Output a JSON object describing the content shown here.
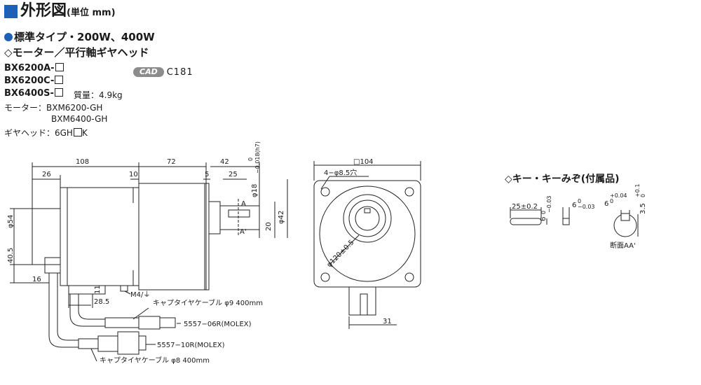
{
  "colors": {
    "accent": "#1f5fb5",
    "cad_badge": "#8c8c8c",
    "line": "#222222"
  },
  "header": {
    "title": "外形図",
    "unit": "(単位 mm)"
  },
  "spec": {
    "type": "標準タイプ・200W、400W",
    "variant": "◇モーター／平行軸ギヤヘッド"
  },
  "models": [
    "BX6200A-",
    "BX6200C-",
    "BX6400S-"
  ],
  "mass": "質量：4.9kg",
  "cad": {
    "badge": "CAD",
    "code": "C181"
  },
  "motor_label": "モーター：BXM6200-GH",
  "motor_label2": "BXM6400-GH",
  "gear_label_pre": "ギヤヘッド：6GH",
  "gear_label_post": "K",
  "side_view": {
    "dims": [
      "108",
      "26",
      "10",
      "72",
      "5",
      "42",
      "25",
      "54",
      "40.5",
      "16",
      "28.5",
      "11",
      "20",
      "42",
      "A",
      "A'",
      "M4/⏚"
    ],
    "shaft_dia": "φ18",
    "shaft_tol": "0",
    "shaft_tol_low": "−0.018(h7)",
    "cable1": "キャプタイヤケーブル φ9  400mm",
    "conn1": "5557−06R(MOLEX)",
    "conn2": "5557−10R(MOLEX)",
    "cable2": "キャプタイヤケーブル φ8 400mm"
  },
  "front_view": {
    "square": "104",
    "holes": "4−φ8.5穴",
    "pcd": "φ120±0.5",
    "shaft_offset": "31"
  },
  "key": {
    "title": "◇キー・キーみぞ(付属品)",
    "len": "25±0.2",
    "width": "6",
    "width_tol": "−0.03",
    "height_tol_top": "0",
    "slot_w": "6",
    "slot_tol_low": "−0.03",
    "slot_tol_top": "0",
    "groove_w": "6",
    "groove_tol_top": "+0.04",
    "groove_tol_low": "0",
    "groove_d": "3.5",
    "groove_d_tol_top": "+0.1",
    "groove_d_tol_low": "0",
    "section": "断面AA'"
  }
}
